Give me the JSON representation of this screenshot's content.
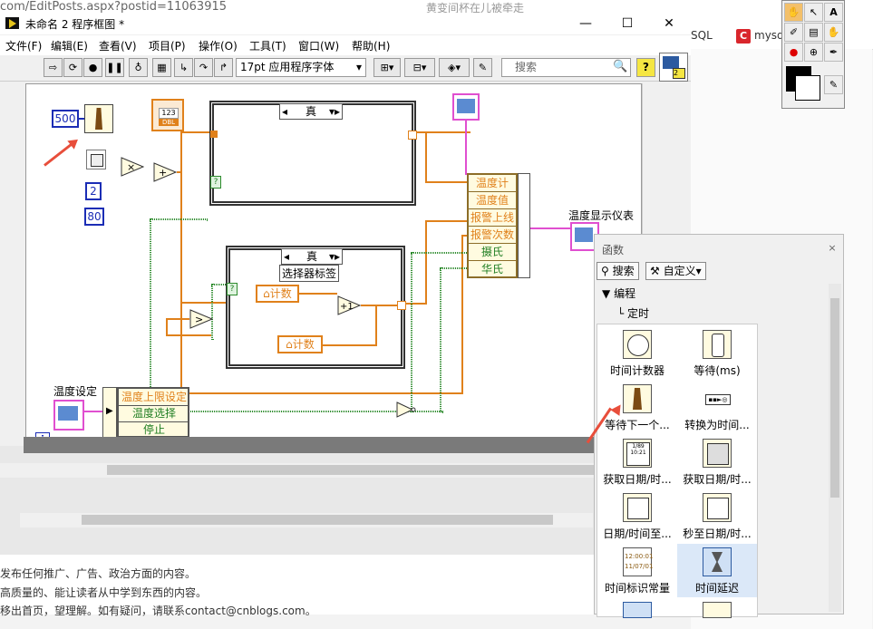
{
  "browser": {
    "url_fragment": "com/EditPosts.aspx?postid=11063915",
    "bg_tab_title": "黄变间杯在儿被牵走",
    "bookmarks": [
      "SQL",
      "mysq"
    ],
    "bottom_lines": [
      "发布任何推广、广告、政治方面的内容。",
      "高质量的、能让读者从中学到东西的内容。",
      "移出首页，望理解。如有疑问，请联系contact@cnblogs.com。"
    ]
  },
  "lv_window": {
    "title": "未命名 2 程序框图 *",
    "controls": {
      "minimize": "—",
      "maximize": "☐",
      "close": "✕"
    },
    "menu": [
      "文件(F)",
      "编辑(E)",
      "查看(V)",
      "项目(P)",
      "操作(O)",
      "工具(T)",
      "窗口(W)",
      "帮助(H)"
    ],
    "toolbar": {
      "font": "17pt 应用程序字体",
      "search_placeholder": "搜索",
      "help": "?"
    }
  },
  "diagram": {
    "wait_const": "500",
    "mult_const": "2",
    "add_const": "80",
    "counter_label": "计数",
    "case1_selector": "真",
    "case2_selector": "真",
    "selector_label": "选择器标签",
    "local_var1": "计数",
    "local_var2": "计数",
    "increment": "+1",
    "compare": ">",
    "bool_true": "?",
    "cluster_label": "温度设定",
    "cluster_rows": [
      "温度上限设定",
      "温度选择",
      "停止"
    ],
    "bundle_rows": [
      "温度计",
      "温度值",
      "报警上线",
      "报警次数",
      "摄氏",
      "华氏"
    ],
    "indicator_label": "温度显示仪表",
    "info_icon": "i",
    "dbl_label": "DBL",
    "dbl_value": "123"
  },
  "palette": {
    "title": "函数",
    "search_btn": "搜索",
    "custom_btn": "自定义▾",
    "category": "编程",
    "subcategory": "定时",
    "items": [
      "时间计数器",
      "等待(ms)",
      "等待下一个...",
      "转换为时间...",
      "获取日期/时...",
      "获取日期/时...",
      "日期/时间至...",
      "秒至日期/时...",
      "时间标识常量",
      "时间延迟"
    ],
    "clock_text": "12:00:01",
    "date_text": "11/07/01"
  },
  "colors": {
    "wire_orange": "#e0811b",
    "wire_green": "#2d8b2d",
    "wire_pink": "#e04fd0",
    "const_blue": "#1b2db5",
    "arrow_red": "#e84e3b"
  }
}
